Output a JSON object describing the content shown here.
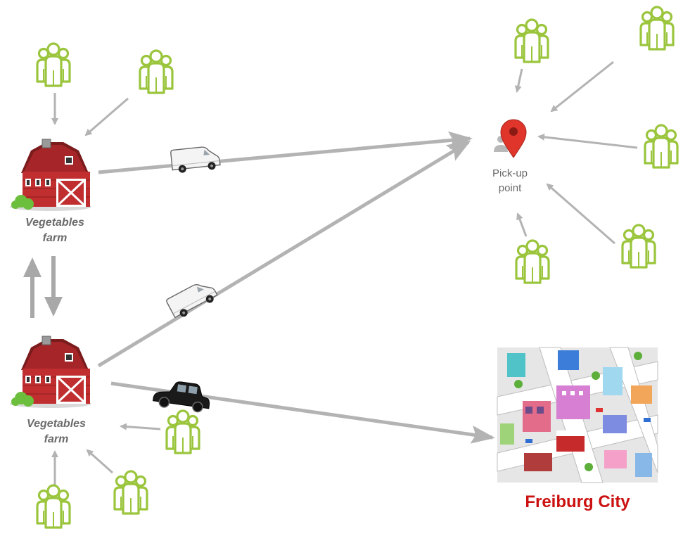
{
  "nodes": {
    "farm_top": {
      "name_line1": "Vegetables",
      "name_line2": "farm"
    },
    "farm_bottom": {
      "name_line1": "Vegetables",
      "name_line2": "farm"
    },
    "pickup": {
      "name_line1": "Pick-up",
      "name_line2": "point",
      "icon": "map-pin-icon"
    },
    "city": {
      "name": "Freiburg City",
      "icon": "city-illustration"
    }
  },
  "icons": {
    "people": "people-group-icon",
    "barn": "barn-icon",
    "van": "delivery-van-icon",
    "car": "vintage-car-icon"
  },
  "colors": {
    "arrow": "#b3b3b3",
    "people": "#9ac53c",
    "barn": "#b5262b",
    "pin": "#e0352b",
    "city_label": "#cc1111"
  }
}
